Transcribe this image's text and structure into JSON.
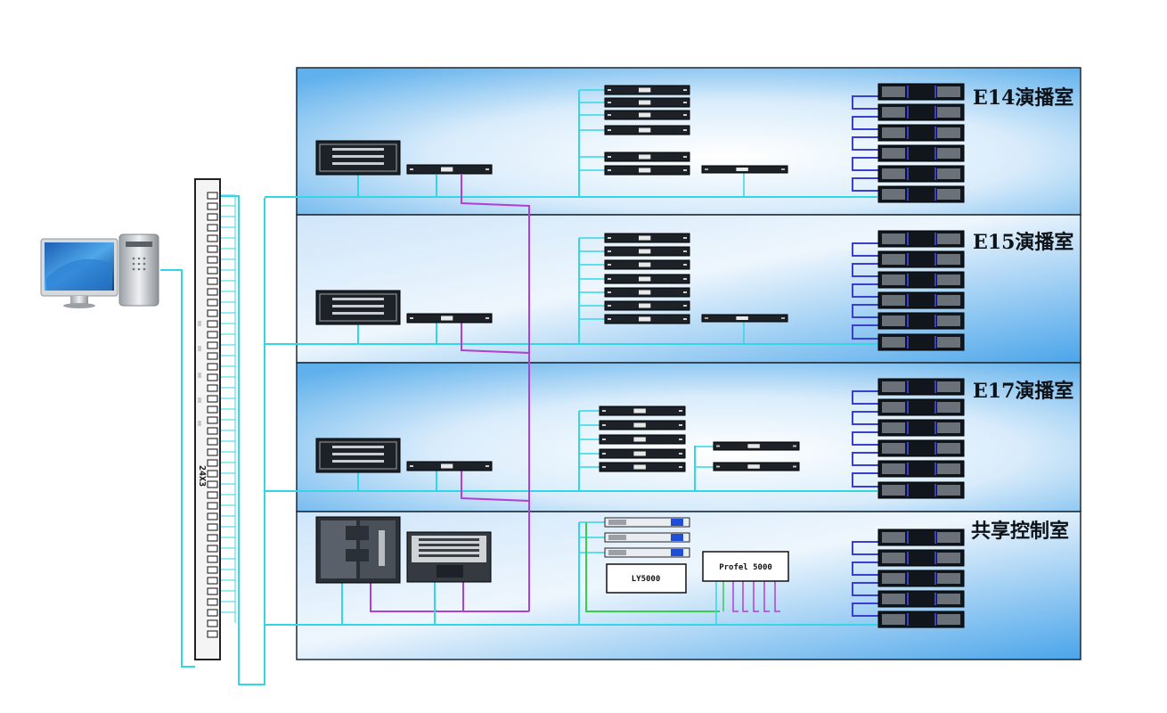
{
  "rooms": [
    {
      "title": "E14演播室"
    },
    {
      "title": "E15演播室"
    },
    {
      "title": "E17演播室"
    },
    {
      "title": "共享控制室"
    }
  ],
  "patch_panel": {
    "label": "24X3"
  },
  "devices": {
    "mixer_label": "Profel 5000",
    "ly_label": "LY5000"
  },
  "colors": {
    "ethernet": "#33d6e6",
    "audio": "#b13fd4",
    "local": "#3b3fcf",
    "signal_green": "#35d04a",
    "panel_dark": "#1c2228"
  },
  "icons": [
    "desktop-computer-icon",
    "tower-pc-icon"
  ]
}
